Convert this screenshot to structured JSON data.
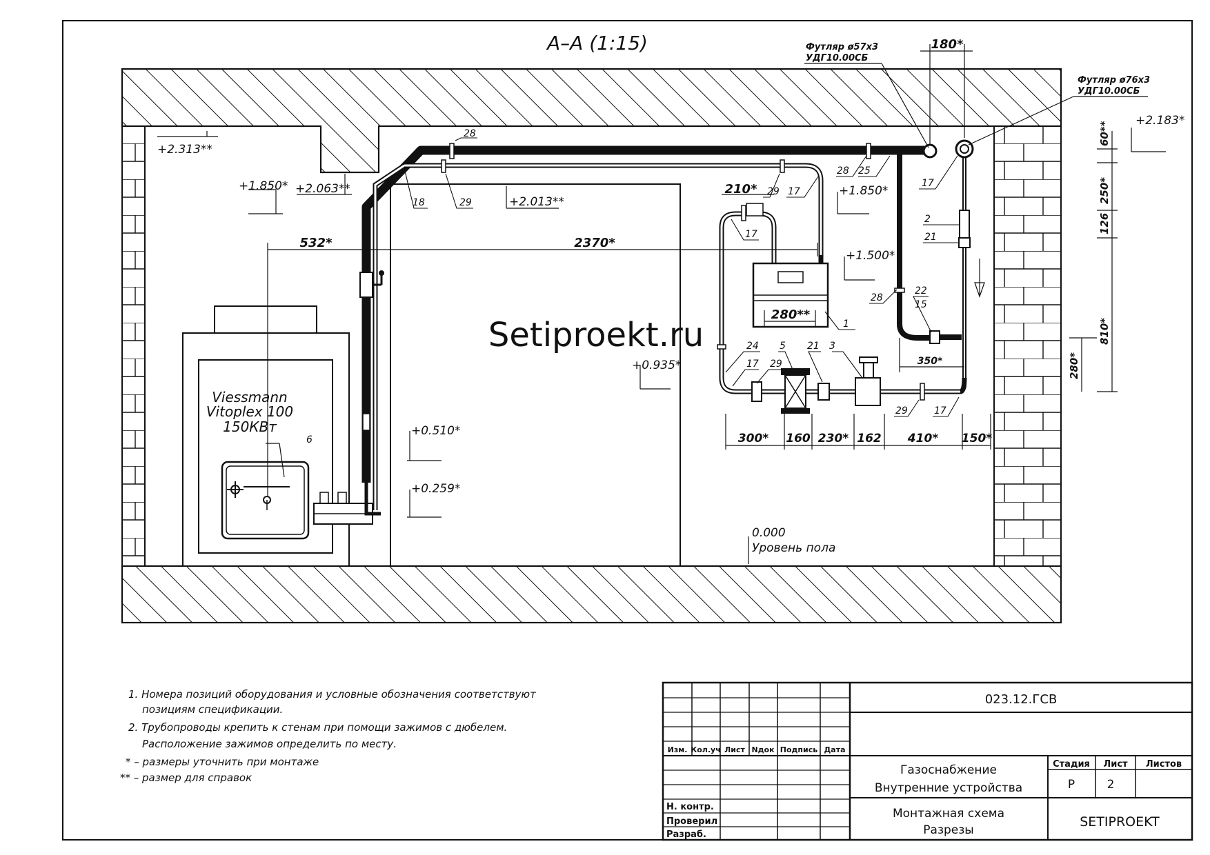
{
  "section_title": "А–А (1:15)",
  "watermark": "Setiproekt.ru",
  "boiler": {
    "line1": "Viessmann",
    "line2": "Vitoplex 100",
    "line3": "150КВт"
  },
  "floor": {
    "value": "0.000",
    "label": "Уровень пола"
  },
  "levels": {
    "l2313": "+2.313**",
    "l1850a": "+1.850*",
    "l2063": "+2.063**",
    "l2013": "+2.013**",
    "l1850b": "+1.850*",
    "l1500": "+1.500*",
    "l0935": "+0.935*",
    "l0510": "+0.510*",
    "l0259": "+0.259*",
    "l2183": "+2.183*"
  },
  "sleeves": {
    "s57": {
      "line1": "Футляр ø57х3",
      "line2": "УДГ10.00СБ"
    },
    "s76": {
      "line1": "Футляр ø76х3",
      "line2": "УДГ10.00СБ"
    }
  },
  "dims": {
    "d532": "532*",
    "d2370": "2370*",
    "d180": "180*",
    "d210": "210*",
    "d280m": "280**",
    "d350": "350*",
    "d300": "300*",
    "d160": "160",
    "d230": "230*",
    "d162": "162",
    "d410": "410*",
    "d150": "150*",
    "d60": "60**",
    "d250": "250*",
    "d126": "126",
    "d810": "810*",
    "d280v": "280*"
  },
  "positions": {
    "p28a": "28",
    "p18": "18",
    "p29a": "29",
    "p28b": "28",
    "p25": "25",
    "p29b": "29",
    "p17a": "17",
    "p17b": "17",
    "p17c": "17",
    "p2": "2",
    "p21a": "21",
    "p28c": "28",
    "p22": "22",
    "p15": "15",
    "p1": "1",
    "p24": "24",
    "p5": "5",
    "p21b": "21",
    "p3": "3",
    "p17d": "17",
    "p29c": "29",
    "p29d": "29",
    "p17e": "17",
    "p6": "6"
  },
  "notes": [
    "1.  Номера позиций оборудования и условные обозначения соответствуют",
    "позициям спецификации.",
    "2.  Трубопроводы крепить к стенам при помощи зажимов с дюбелем.",
    "Расположение зажимов определить по месту.",
    "*  –  размеры уточнить при монтаже",
    "**  –  размер для справок"
  ],
  "title_block": {
    "code": "023.12.ГСВ",
    "headers": [
      "Изм.",
      "Кол.уч",
      "Лист",
      "Nдок",
      "Подпись",
      "Дата"
    ],
    "roles": [
      "Н. контр.",
      "Проверил",
      "Разраб."
    ],
    "project_line1": "Газоснабжение",
    "project_line2": "Внутренние устройства",
    "stage_header": "Стадия",
    "sheet_header": "Лист",
    "sheets_header": "Листов",
    "stage": "Р",
    "sheet": "2",
    "sheet_title_line1": "Монтажная схема",
    "sheet_title_line2": "Разрезы",
    "company": "SETIPROEKT"
  }
}
